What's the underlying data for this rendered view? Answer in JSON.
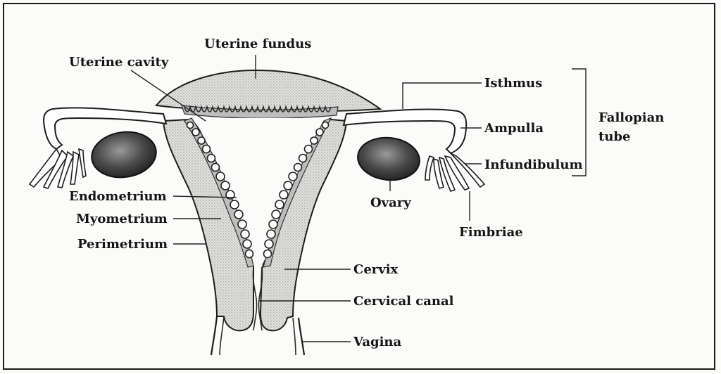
{
  "labels": {
    "uterine_fundus": "Uterine fundus",
    "uterine_cavity": "Uterine cavity",
    "isthmus": "Isthmus",
    "ampulla": "Ampulla",
    "infundibulum": "Infundibulum",
    "fallopian_line1": "Fallopian",
    "fallopian_line2": "tube",
    "endometrium": "Endometrium",
    "myometrium": "Myometrium",
    "perimetrium": "Perimetrium",
    "ovary": "Ovary",
    "fimbriae": "Fimbriae",
    "cervix": "Cervix",
    "cervical_canal": "Cervical canal",
    "vagina": "Vagina"
  },
  "colors": {
    "ink": "#151515",
    "tissue": "#d6d6d2",
    "endometrium": "#bdbdbd",
    "ovary": "#4a4a4a",
    "background": "#fbfbf9"
  }
}
